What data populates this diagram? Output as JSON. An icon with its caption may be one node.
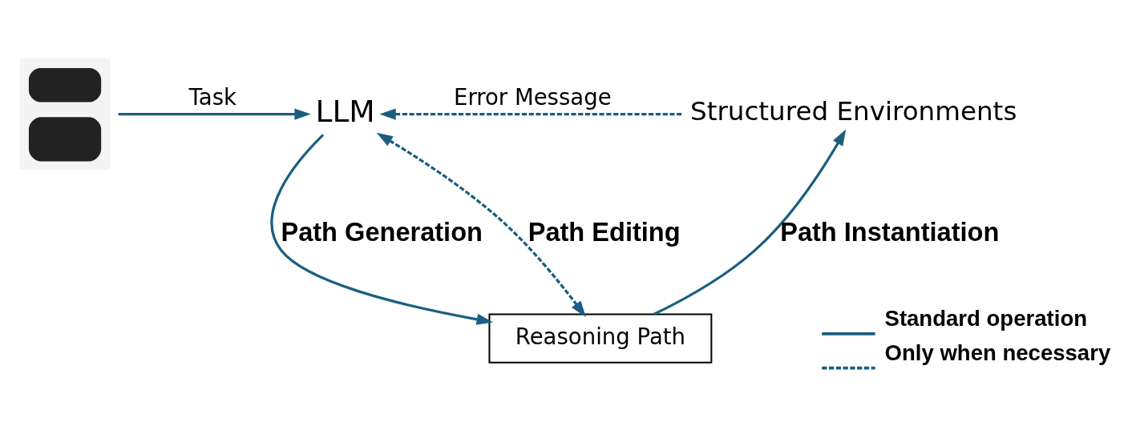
{
  "diagram": {
    "nodes": [
      {
        "text": [],
        "shape": "person"
      },
      {
        "text": [
          "LLM"
        ]
      },
      {
        "text": [
          "Structured Environments"
        ]
      },
      {
        "text": [
          "Reasoning Path"
        ]
      }
    ],
    "edges": [
      {
        "from": 0,
        "to": 1,
        "arrow": "to",
        "label": "Task"
      },
      {
        "from": 2,
        "to": 1,
        "arrow": "to",
        "label": "Error Message",
        "style": "dashed"
      },
      {
        "from": 1,
        "to": 3,
        "arrow": "to",
        "label": "Path Generation"
      },
      {
        "from": 3,
        "to": 1,
        "arrow": "both",
        "label": "Path Editing",
        "style": "dashed"
      },
      {
        "from": 3,
        "to": 2,
        "arrow": "to",
        "label": "Path Instantiation"
      }
    ],
    "legend": [
      {
        "text": "Standard operation"
      },
      {
        "text": "Only when necessary"
      }
    ]
  }
}
